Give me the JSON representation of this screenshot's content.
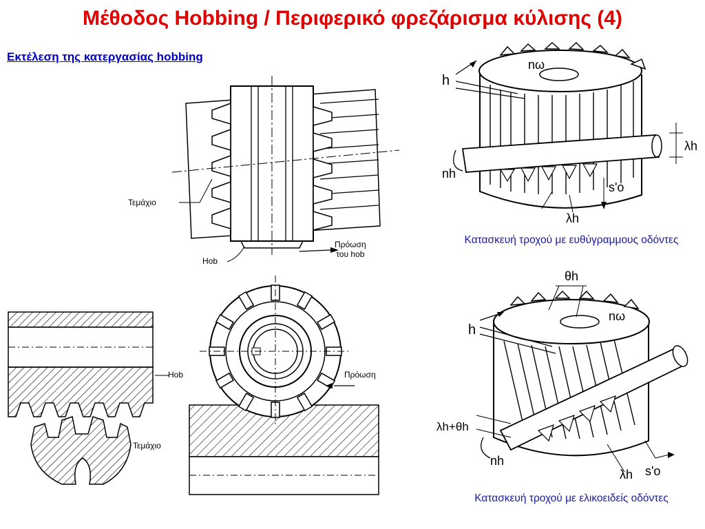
{
  "slide": {
    "title": "Μέθοδος Hobbing / Περιφερικό φρεζάρισμα κύλισης (4)",
    "subtitle": "Εκτέλεση της κατεργασίας hobbing"
  },
  "diagram_top_left": {
    "label_workpiece": "Τεμάχιο",
    "label_hob": "Hob",
    "label_feed_line1": "Πρόωση",
    "label_feed_line2": "του hob"
  },
  "diagram_bottom_left": {
    "label_hob": "Hob",
    "label_workpiece": "Τεμάχιο",
    "label_feed": "Πρόωση"
  },
  "diagram_top_right": {
    "sym_n_omega": "nω",
    "sym_h": "h",
    "sym_nh": "nh",
    "sym_lambda_h_right": "λh",
    "sym_s_o": "s'o",
    "sym_lambda_h_bottom": "λh",
    "caption": "Κατασκευή τροχού με ευθύγραμμους οδόντες"
  },
  "diagram_bottom_right": {
    "sym_theta_h": "θh",
    "sym_n_omega": "nω",
    "sym_h": "h",
    "sym_lambda_theta": "λh+θh",
    "sym_nh": "nh",
    "sym_lambda_h": "λh",
    "sym_s_o": "s'o",
    "caption": "Κατασκευή τροχού με ελικοειδείς οδόντες"
  }
}
